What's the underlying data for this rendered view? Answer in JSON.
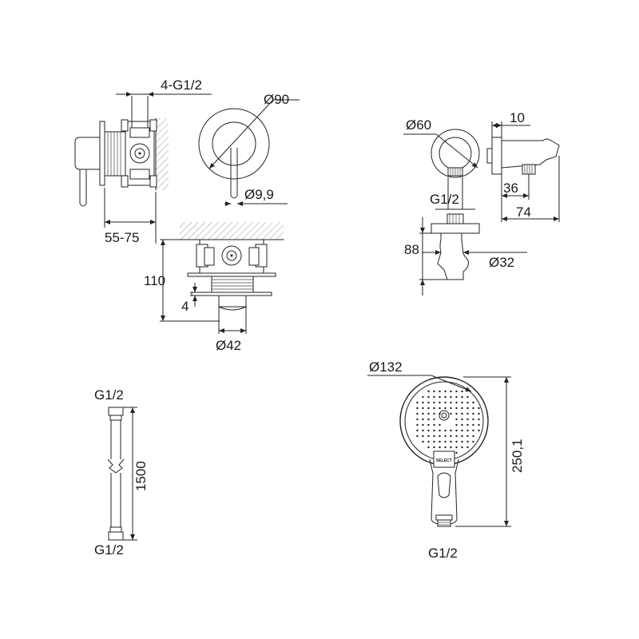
{
  "labels": {
    "mixer_inlets": "4-G1/2",
    "plate_diameter": "Ø90",
    "lever_diameter": "Ø9,9",
    "install_depth": "55-75",
    "box_height": "110",
    "flange_offset": "4",
    "box_diameter": "Ø42",
    "outlet_diameter": "Ø60",
    "outlet_wall_thickness": "10",
    "outlet_thread": "G1/2",
    "outlet_depth": "36",
    "outlet_length": "74",
    "holder_height": "88",
    "holder_diameter": "Ø32",
    "hose_thread_top": "G1/2",
    "hose_length": "1500",
    "hose_thread_bottom": "G1/2",
    "head_diameter": "Ø132",
    "handshower_length": "250,1",
    "handshower_thread": "G1/2",
    "button_label": "SELECT"
  }
}
